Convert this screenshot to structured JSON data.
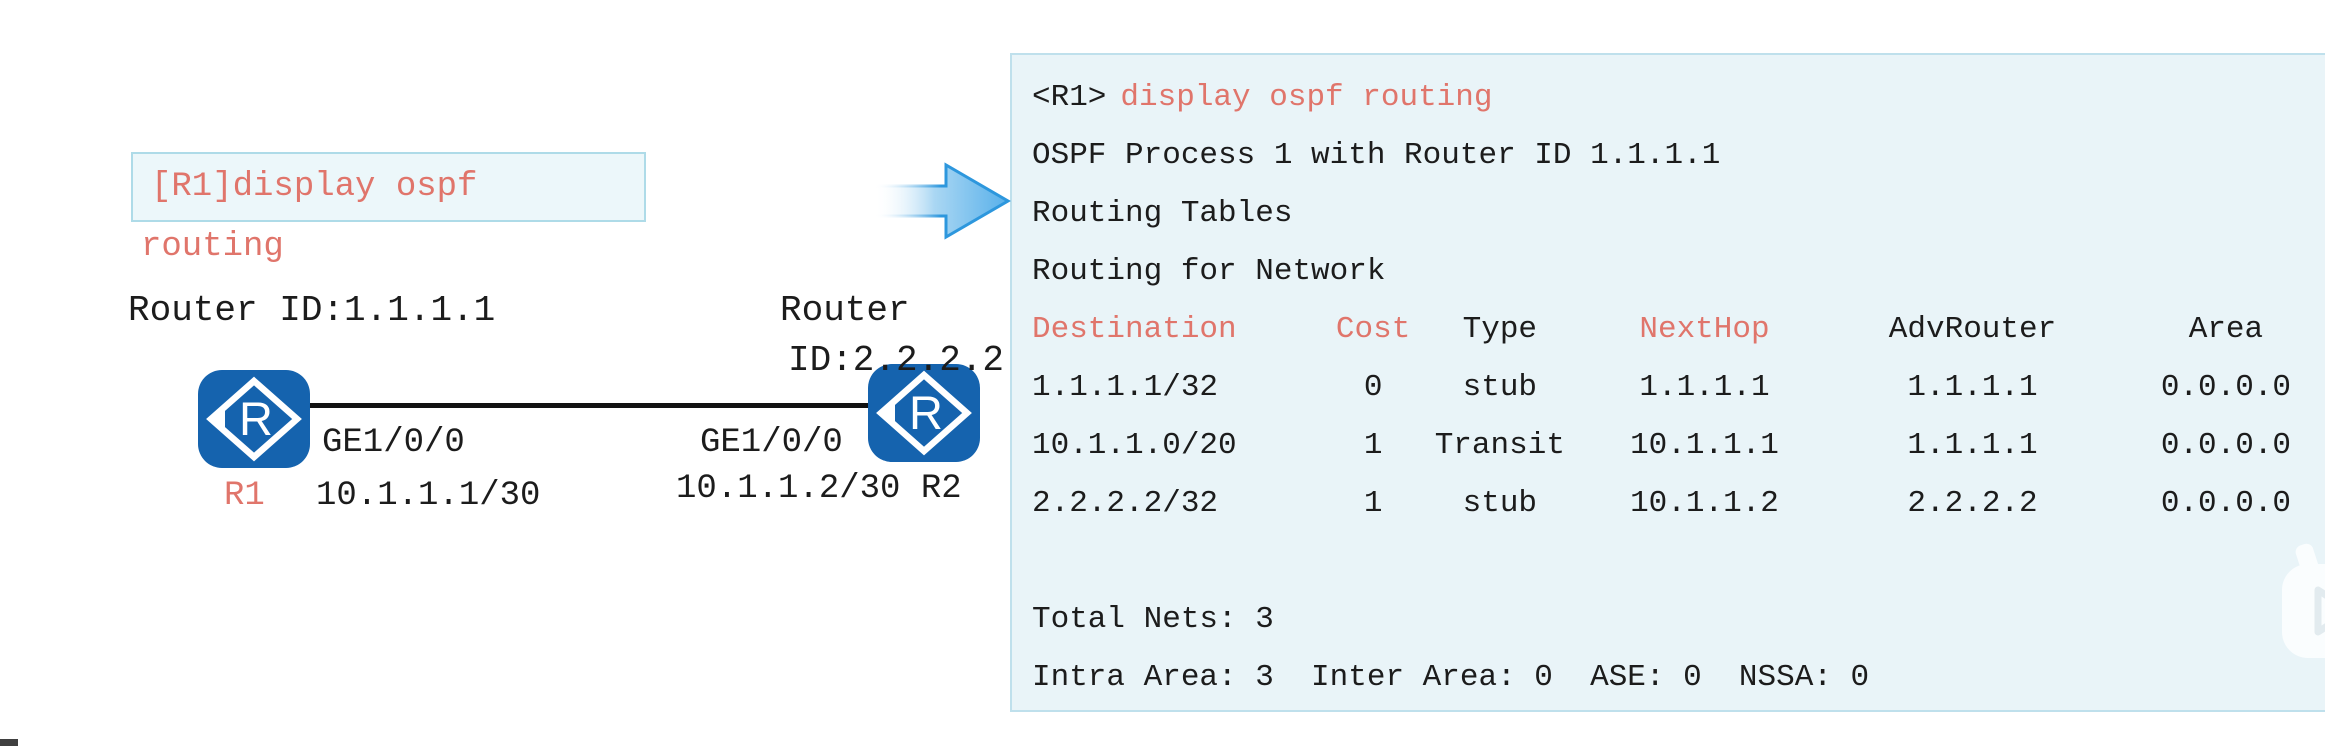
{
  "colors": {
    "accent_red": "#e0756b",
    "router_blue": "#1563ae",
    "console_bg": "#e9f4f8",
    "console_border": "#bfe0ec",
    "command_box_bg": "#ecf7fa",
    "command_box_border": "#aedbe8",
    "arrow_fill": "#58b0ea",
    "arrow_stroke": "#2d97dd"
  },
  "diagram": {
    "command_box_text": "[R1]display ospf",
    "command_wrap_text": "routing",
    "r1_router_id": "Router ID:1.1.1.1",
    "r2_router_id_line1": "Router",
    "r2_router_id_line2": "ID:2.2.2.2",
    "r1_interface": "GE1/0/0",
    "r2_interface": "GE1/0/0",
    "r1_name": "R1",
    "r1_ip": "10.1.1.1/30",
    "r2_ip_and_name": "10.1.1.2/30 R2",
    "router_icon_letter": "R"
  },
  "console": {
    "prompt": "<R1>",
    "command": "display ospf routing",
    "line_process": "OSPF Process 1 with Router ID 1.1.1.1",
    "line_tables": "Routing Tables",
    "line_network": "Routing for Network",
    "table": {
      "headers": [
        "Destination",
        "Cost",
        "Type",
        "NextHop",
        "AdvRouter",
        "Area"
      ],
      "rows": [
        [
          "1.1.1.1/32",
          "0",
          "stub",
          "1.1.1.1",
          "1.1.1.1",
          "0.0.0.0"
        ],
        [
          "10.1.1.0/20",
          "1",
          "Transit",
          "10.1.1.1",
          "1.1.1.1",
          "0.0.0.0"
        ],
        [
          "2.2.2.2/32",
          "1",
          "stub",
          "10.1.1.2",
          "2.2.2.2",
          "0.0.0.0"
        ]
      ]
    },
    "total_nets": "Total Nets: 3",
    "area_summary": "Intra Area: 3  Inter Area: 0  ASE: 0  NSSA: 0"
  }
}
